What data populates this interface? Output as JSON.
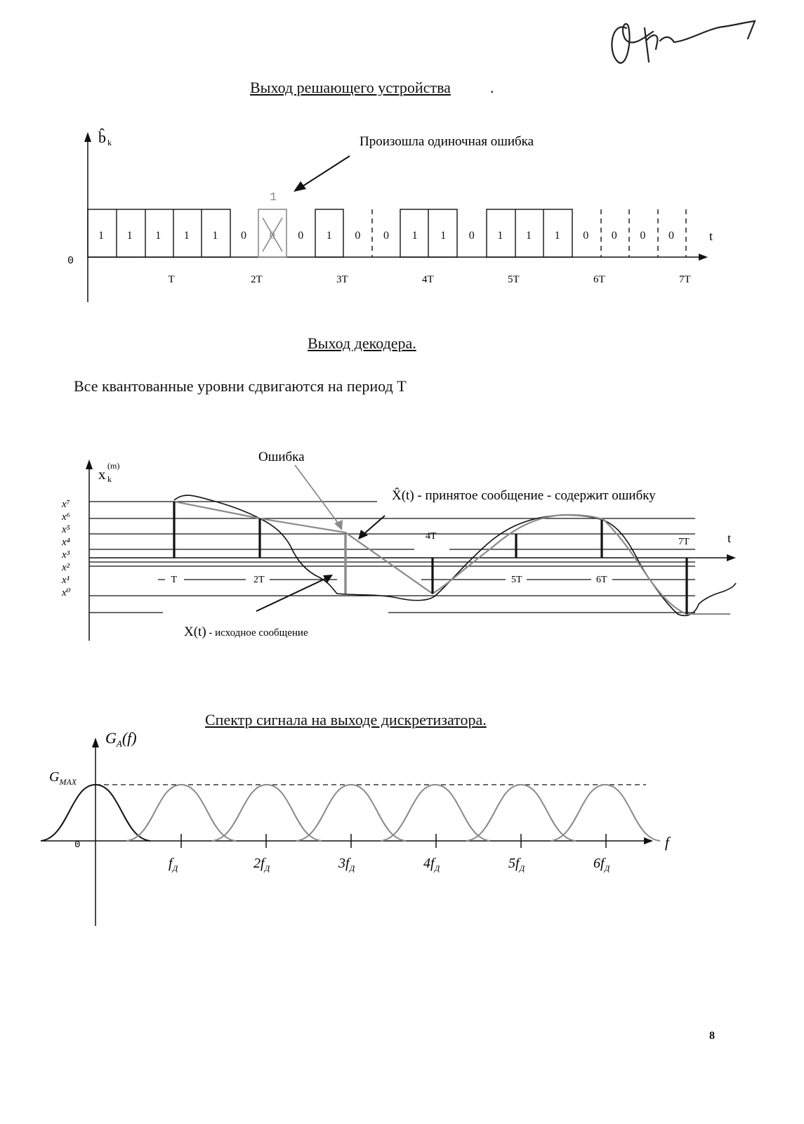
{
  "section1": {
    "title": "Выход решающего устройства",
    "title_period": ".",
    "y_label": "b̂",
    "y_label_sub": "k",
    "annotation": "Произошла одиночная ошибка",
    "corrected_bit": "1",
    "zero": "0",
    "t_label": "t",
    "bits": [
      "1",
      "1",
      "1",
      "1",
      "1",
      "0",
      "0",
      "0",
      "1",
      "0",
      "0",
      "1",
      "1",
      "0",
      "1",
      "1",
      "1",
      "0",
      "0",
      "0",
      "0"
    ],
    "error_bit_index": 6,
    "time_ticks": [
      "T",
      "2T",
      "3T",
      "4T",
      "5T",
      "6T",
      "7T"
    ]
  },
  "section2": {
    "title": "Выход декодера.",
    "text": "Все квантованные уровни сдвигаются на период Т",
    "y_label": "x",
    "y_label_sup": "(m)",
    "y_label_sub": "k",
    "levels": [
      "x⁷",
      "x⁶",
      "x⁵",
      "x⁴",
      "x³",
      "x²",
      "x¹",
      "x⁰"
    ],
    "error_label": "Ошибка",
    "received_label": "X̂(t)  - принятое сообщение - содержит ошибку",
    "original_label_main": "X(t)",
    "original_label_rest": " - исходное сообщение",
    "t_label": "t",
    "axis_ticks": [
      "T",
      "2T",
      "4T",
      "5T",
      "6T",
      "7T"
    ]
  },
  "section3": {
    "title": "Спектр сигнала на выходе дискретизатора.",
    "y_label": "G",
    "y_label_sub": "A",
    "y_label_rest": "(f)",
    "gmax": "G",
    "gmax_sub": "MAX",
    "zero": "0",
    "f_label": "f",
    "ticks": [
      "f",
      "2f",
      "3f",
      "4f",
      "5f",
      "6f"
    ],
    "tick_sub": "Д"
  },
  "page_number": "8",
  "colors": {
    "ink": "#111111",
    "gray": "#8a8a8a"
  }
}
